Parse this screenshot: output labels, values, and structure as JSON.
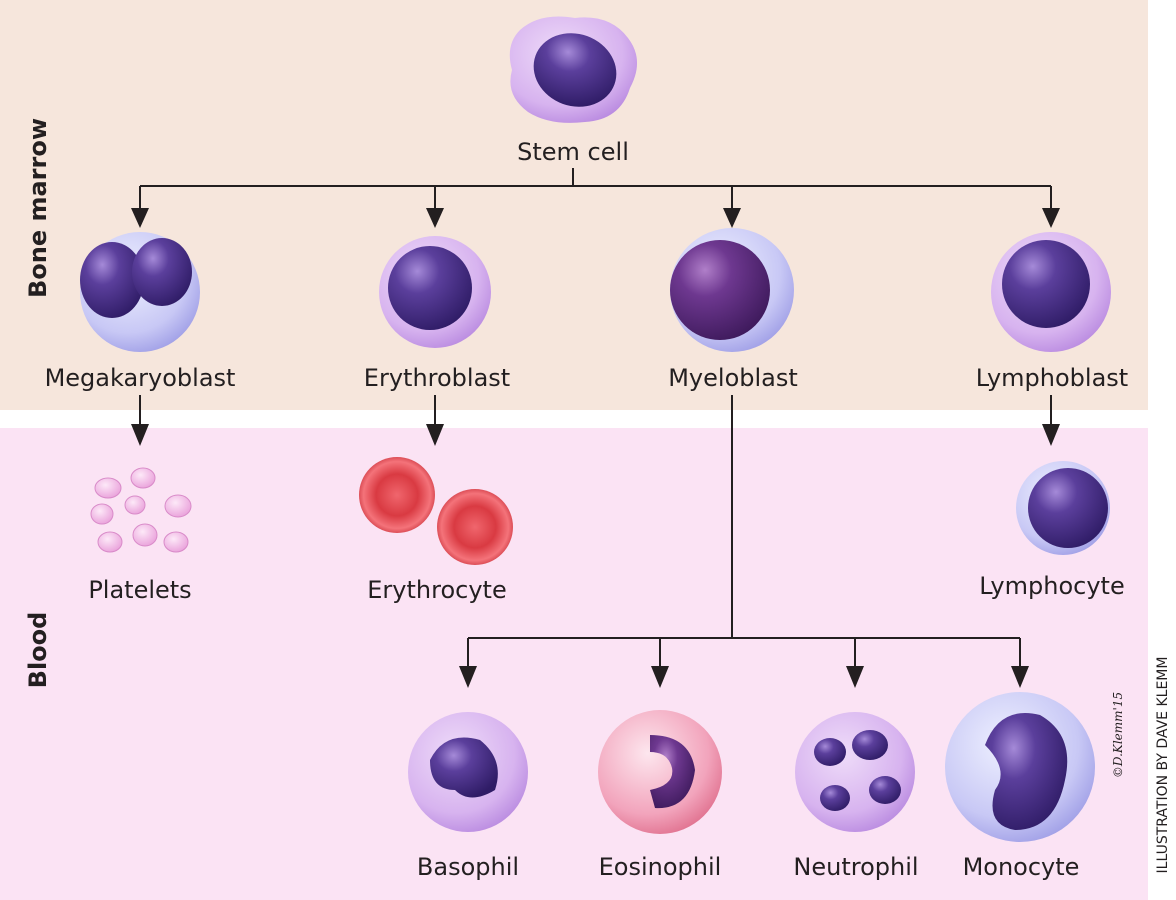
{
  "regions": {
    "bone_marrow": {
      "label": "Bone marrow",
      "color": "#f6e6dc"
    },
    "blood": {
      "label": "Blood",
      "color": "#fbe3f4"
    }
  },
  "cells": {
    "stem_cell": "Stem cell",
    "megakaryoblast": "Megakaryoblast",
    "erythroblast": "Erythroblast",
    "myeloblast": "Myeloblast",
    "lymphoblast": "Lymphoblast",
    "platelets": "Platelets",
    "erythrocyte": "Erythrocyte",
    "lymphocyte": "Lymphocyte",
    "basophil": "Basophil",
    "eosinophil": "Eosinophil",
    "neutrophil": "Neutrophil",
    "monocyte": "Monocyte"
  },
  "signature": "©D.Klemm'15",
  "credit": "ILLUSTRATION BY DAVE KLEMM",
  "colors": {
    "nucleus": "#4a2f8a",
    "cytoplasm": "#c9a6ea",
    "erythrocyte": "#e8474f",
    "platelet": "#f2b8e6"
  }
}
